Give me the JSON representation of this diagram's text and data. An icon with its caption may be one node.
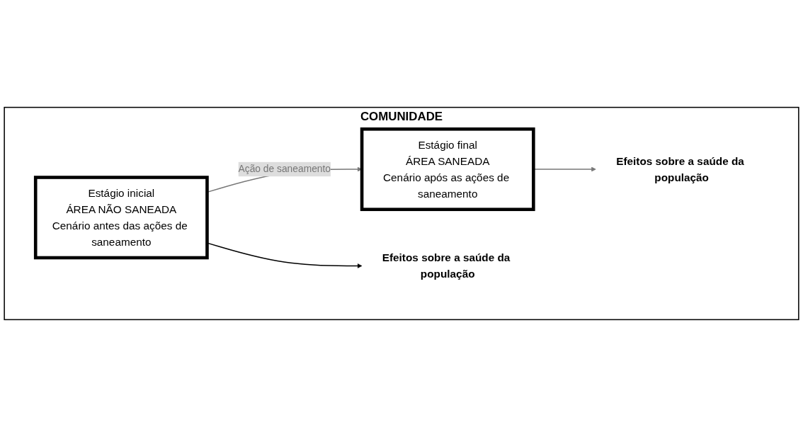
{
  "diagram": {
    "nodes": [
      {
        "text": [
          "COMUNIDADE"
        ]
      },
      {
        "text": [
          "Estágio inicial",
          "ÁREA NÃO SANEADA",
          "Cenário antes das ações de saneamento"
        ],
        "in": 0
      },
      {
        "text": [
          "Estágio final",
          "ÁREA SANEADA",
          "Cenário após as ações de saneamento"
        ],
        "in": 0
      },
      {
        "text": [
          "Efeitos sobre a saúde da população"
        ],
        "in": 0
      },
      {
        "text": [
          "Efeitos sobre a saúde da população"
        ],
        "in": 0
      }
    ],
    "edges": [
      {
        "from": 1,
        "to": 2,
        "arrow": "to",
        "label": "Ação de saneamento"
      },
      {
        "from": 1,
        "to": 3,
        "arrow": "to",
        "color": "#000000"
      },
      {
        "from": 2,
        "to": 4,
        "arrow": "to"
      }
    ]
  }
}
